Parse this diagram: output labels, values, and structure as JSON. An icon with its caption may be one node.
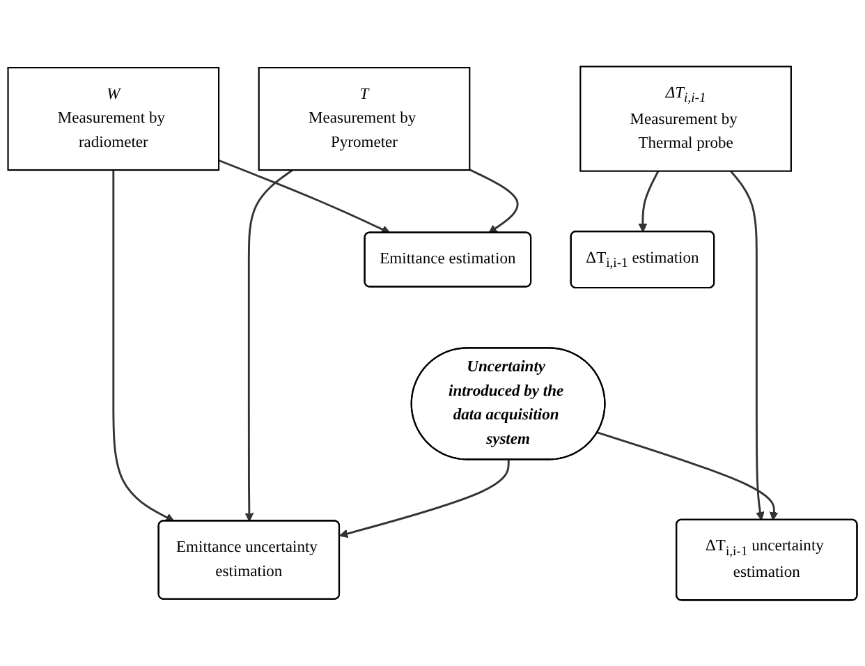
{
  "diagram": {
    "nodes": [
      {
        "text": [
          "W",
          "Measurement by radiometer"
        ]
      },
      {
        "text": [
          "T",
          "Measurement by Pyrometer"
        ]
      },
      {
        "text": [
          "ΔT$_{i,i-1}$",
          "Measurement by Thermal probe"
        ]
      },
      {
        "text": [
          "Emittance estimation"
        ]
      },
      {
        "text": [
          "Emittance uncertainty estimation"
        ]
      },
      {
        "text": [
          "ΔT$_{i,i-1}$ estimation"
        ]
      },
      {
        "text": [
          "ΔT$_{i,i-1}$ uncertainty estimation"
        ]
      },
      {
        "text": [
          "Uncertainty introduced by the data acquisition system"
        ]
      }
    ],
    "edges": [
      {
        "from": 0,
        "to": 3,
        "arrow": "to"
      },
      {
        "from": 1,
        "to": 3,
        "arrow": "to"
      },
      {
        "from": 0,
        "to": 4,
        "arrow": "to"
      },
      {
        "from": 1,
        "to": 4,
        "arrow": "to"
      },
      {
        "from": 2,
        "to": 5,
        "arrow": "to"
      },
      {
        "from": 2,
        "to": 6,
        "arrow": "to"
      },
      {
        "from": 7,
        "to": 4,
        "arrow": "to"
      },
      {
        "from": 7,
        "to": 6,
        "arrow": "to"
      }
    ]
  }
}
